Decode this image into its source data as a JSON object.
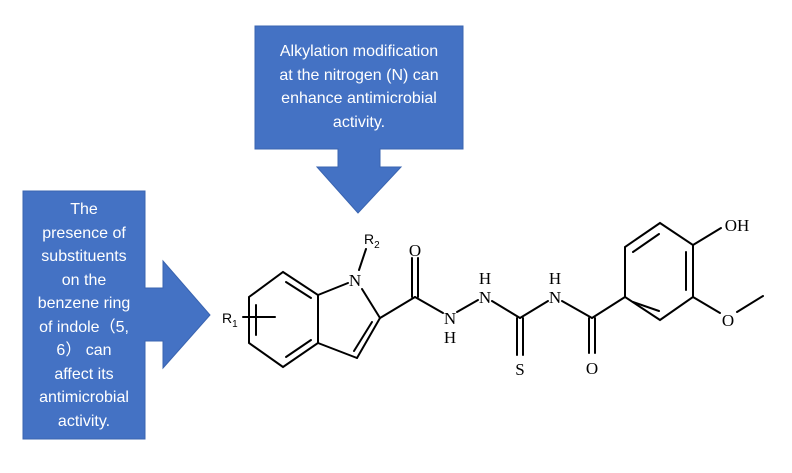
{
  "callouts": {
    "top": {
      "lines": [
        "Alkylation modification",
        "at the nitrogen (N) can",
        "enhance antimicrobial",
        "activity."
      ]
    },
    "left": {
      "lines": [
        "The",
        "presence of",
        "substituents",
        "on the",
        "benzene ring",
        "of indole（5,",
        "6） can",
        "affect its",
        "antimicrobial",
        "activity."
      ]
    }
  },
  "molecule": {
    "r1": "R",
    "r1_sub": "1",
    "r2": "R",
    "r2_sub": "2",
    "n_indole": "N",
    "o_carbonyl1": "O",
    "nh1_n": "N",
    "nh1_h": "H",
    "nh2_n": "N",
    "nh2_h": "H",
    "s": "S",
    "nh3_n": "N",
    "nh3_h": "H",
    "o_carbonyl2": "O",
    "oh": "OH",
    "o_methoxy": "O"
  },
  "colors": {
    "callout": "#4472C4"
  }
}
